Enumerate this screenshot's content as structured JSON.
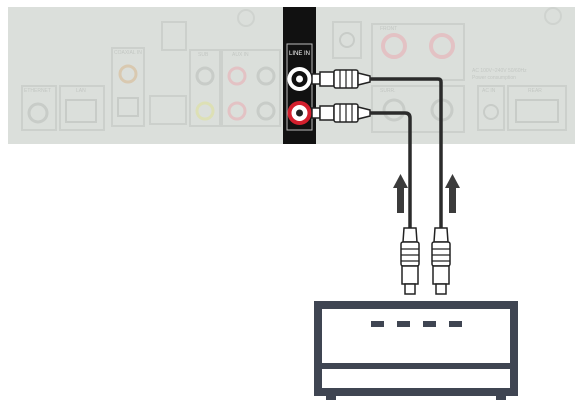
{
  "panel": {
    "line_in_label": "LINE IN",
    "faded_labels": {
      "ethernet": "ETHERNET",
      "lan": "LAN",
      "coaxial": "COAXIAL IN",
      "sub": "SUB",
      "aux_in": "AUX IN",
      "rear_out": "REAR",
      "ac_in": "AC IN",
      "speakers_front": "FRONT",
      "speakers_surround": "SURR.",
      "power_note_1": "AC 100V~240V 50/60Hz",
      "power_note_2": "Power consumption"
    }
  },
  "colors": {
    "panel": "#dbdfdb",
    "highlight": "#111111",
    "cable": "#2b2b2b",
    "red_ring": "#d31f2d",
    "device_outline": "#3f4552"
  },
  "icons": {
    "arrow_left": "arrow-up-icon",
    "arrow_right": "arrow-up-icon",
    "device": "audio-device-icon"
  }
}
